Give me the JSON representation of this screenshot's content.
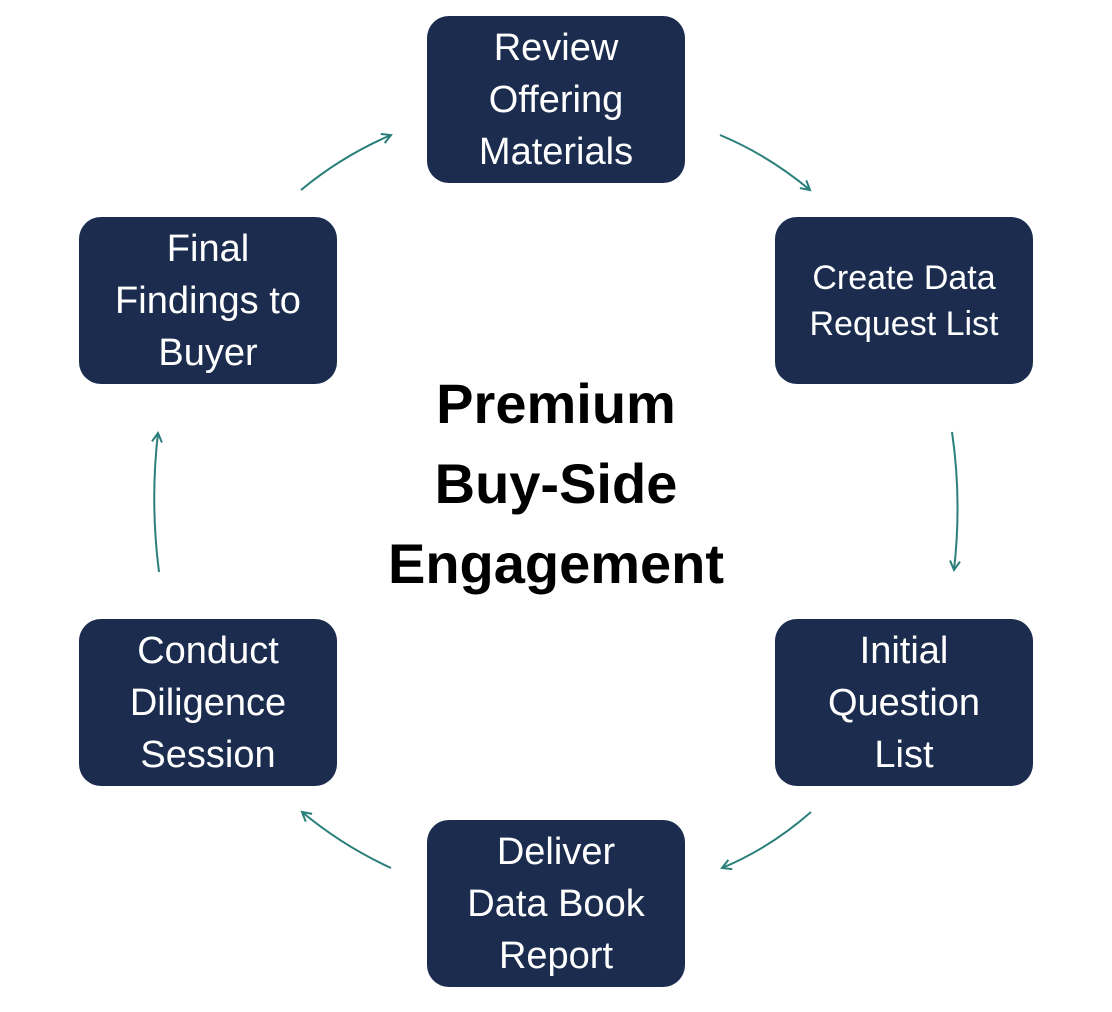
{
  "colors": {
    "node_fill": "#1b2c4e",
    "node_text": "#ffffff",
    "arrow": "#2a7f7a",
    "center_text": "#000000",
    "background": "#ffffff"
  },
  "center": {
    "title": "Premium\nBuy-Side\nEngagement"
  },
  "steps": [
    {
      "label": "Review\nOffering\nMaterials"
    },
    {
      "label": "Create Data\nRequest List"
    },
    {
      "label": "Initial\nQuestion\nList"
    },
    {
      "label": "Deliver\nData Book\nReport"
    },
    {
      "label": "Conduct\nDiligence\nSession"
    },
    {
      "label": "Final\nFindings to\nBuyer"
    }
  ]
}
